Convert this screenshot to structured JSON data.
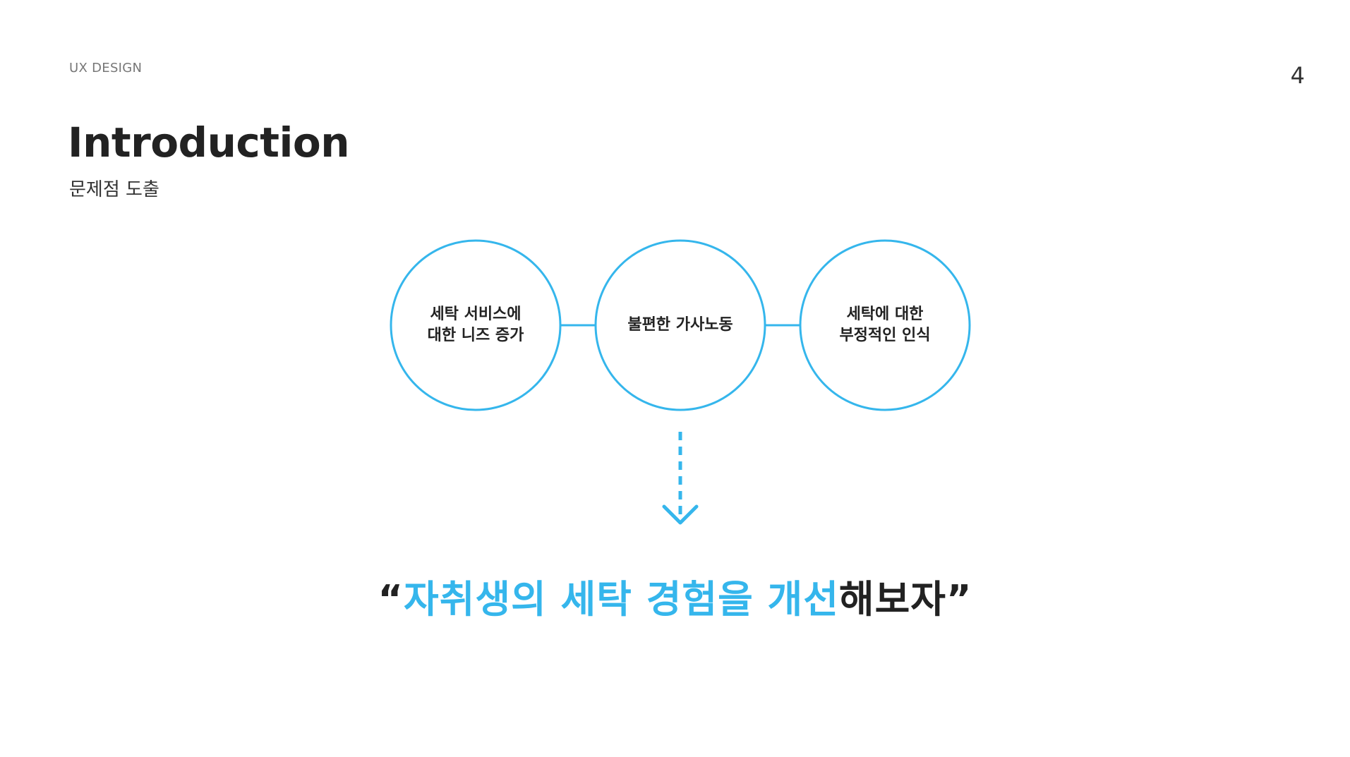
{
  "header": {
    "section_label": "UX DESIGN",
    "page_number": "4"
  },
  "title": {
    "main": "Introduction",
    "subtitle": "문제점 도출"
  },
  "diagram": {
    "circles": [
      {
        "line1": "세탁 서비스에",
        "line2": "대한 니즈 증가"
      },
      {
        "line1": "불편한 가사노동",
        "line2": ""
      },
      {
        "line1": "세탁에 대한",
        "line2": "부정적인 인식"
      }
    ]
  },
  "headline": {
    "open_quote": "“",
    "highlight": "자취생의 세탁 경험을 개선",
    "rest": "해보자",
    "close_quote": "”"
  },
  "colors": {
    "accent": "#35b6ec",
    "text": "#222222"
  },
  "icons": {
    "arrow": "arrow-down-icon"
  }
}
